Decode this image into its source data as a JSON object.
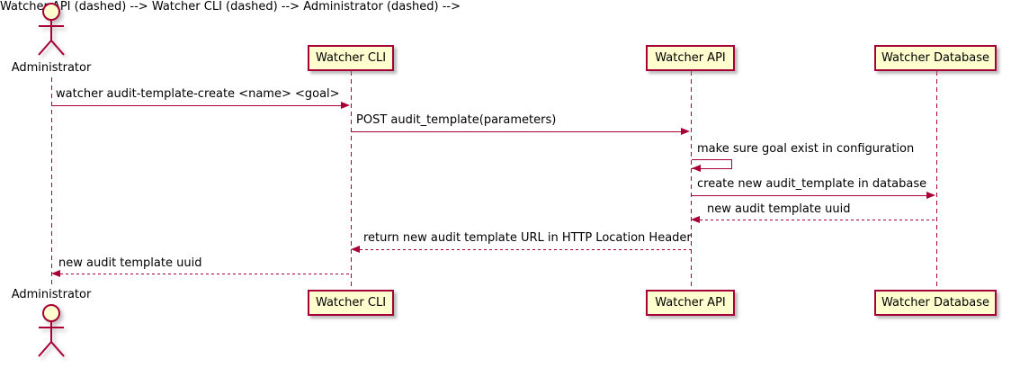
{
  "diagram": {
    "type": "sequence-diagram",
    "colors": {
      "line": "#A80036",
      "participant_fill": "#FEFECE",
      "text": "#000000",
      "background": "#ffffff"
    },
    "participants": [
      {
        "name": "Administrator",
        "kind": "actor"
      },
      {
        "name": "Watcher CLI",
        "kind": "participant"
      },
      {
        "name": "Watcher API",
        "kind": "participant"
      },
      {
        "name": "Watcher Database",
        "kind": "participant"
      }
    ],
    "messages": [
      {
        "from": "Administrator",
        "to": "Watcher CLI",
        "style": "solid",
        "text": "watcher audit-template-create <name> <goal>"
      },
      {
        "from": "Watcher CLI",
        "to": "Watcher API",
        "style": "solid",
        "text": "POST audit_template(parameters)"
      },
      {
        "from": "Watcher API",
        "to": "Watcher API",
        "style": "self",
        "text": "make sure goal exist in configuration"
      },
      {
        "from": "Watcher API",
        "to": "Watcher Database",
        "style": "solid",
        "text": "create new audit_template in database"
      },
      {
        "from": "Watcher Database",
        "to": "Watcher API",
        "style": "dashed",
        "text": "new audit template uuid"
      },
      {
        "from": "Watcher API",
        "to": "Watcher CLI",
        "style": "dashed",
        "text": "return new audit template URL in HTTP Location Header"
      },
      {
        "from": "Watcher CLI",
        "to": "Administrator",
        "style": "dashed",
        "text": "new audit template uuid"
      }
    ]
  }
}
